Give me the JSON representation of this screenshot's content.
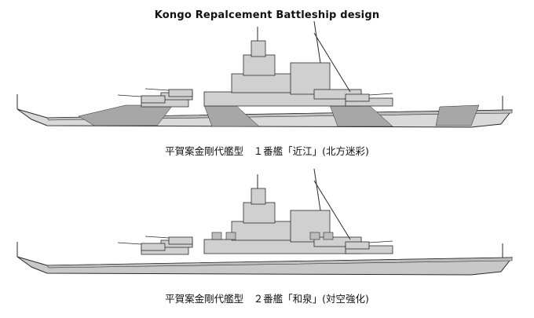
{
  "title": "Kongo Repalcement Battleship design",
  "ships": [
    {
      "caption": "平賀案金剛代艦型　１番艦「近江」(北方迷彩)",
      "colors": {
        "hull": "#d9d9d9",
        "camo": "#a7a7a7",
        "deck": "#bdbdbd",
        "line": "#2a2a2a"
      }
    },
    {
      "caption": "平賀案金剛代艦型　２番艦「和泉」(対空強化)",
      "colors": {
        "hull": "#c8c8c8",
        "camo": "#c8c8c8",
        "deck": "#bdbdbd",
        "line": "#2a2a2a"
      }
    }
  ]
}
